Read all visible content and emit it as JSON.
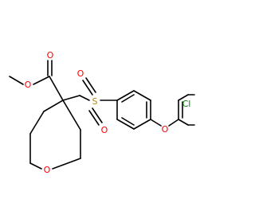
{
  "molecule": {
    "atoms": {
      "ester_o_methoxy": "O",
      "ester_o_carbonyl": "O",
      "ring_oxygen": "O",
      "sulfonyl_s": "S",
      "sulfonyl_o_top": "O",
      "sulfonyl_o_bottom": "O",
      "ether_oxygen": "O",
      "chlorine": "Cl"
    },
    "colors": {
      "oxygen": "#ff0000",
      "sulfur": "#b8860b",
      "chlorine": "#008000",
      "bond": "#000000",
      "background": "#ffffff"
    }
  }
}
